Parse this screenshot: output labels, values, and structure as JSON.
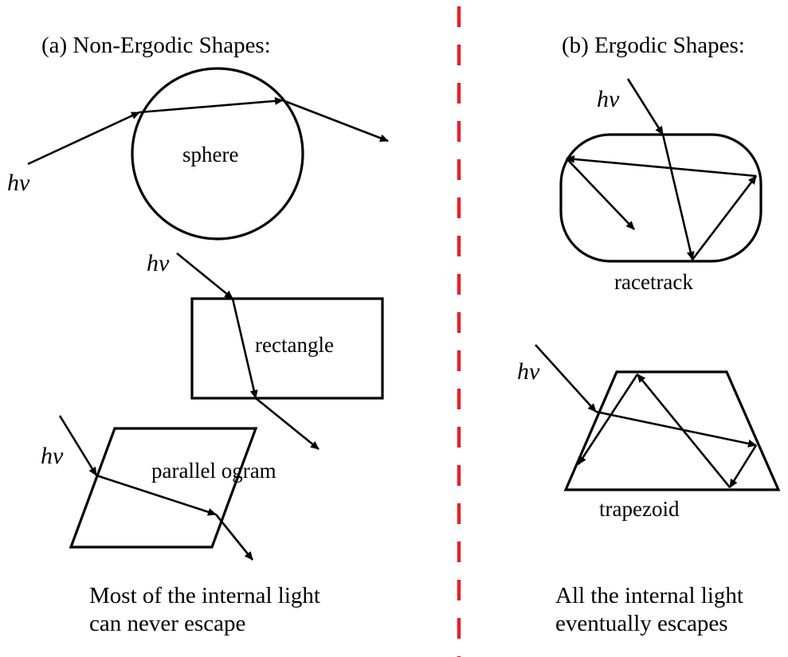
{
  "left_panel": {
    "heading": "(a) Non-Ergodic Shapes:",
    "caption_line1": "Most of the internal light",
    "caption_line2": "can never escape",
    "photon_label": "hν",
    "shapes": {
      "sphere": "sphere",
      "rectangle": "rectangle",
      "parallelogram": "parallel ogram"
    }
  },
  "right_panel": {
    "heading": "(b) Ergodic Shapes:",
    "caption_line1": "All the internal light",
    "caption_line2": "eventually escapes",
    "photon_label": "hν",
    "shapes": {
      "racetrack": "racetrack",
      "trapezoid": "trapezoid"
    }
  },
  "colors": {
    "divider": "#e8202a",
    "ink": "#000000"
  }
}
